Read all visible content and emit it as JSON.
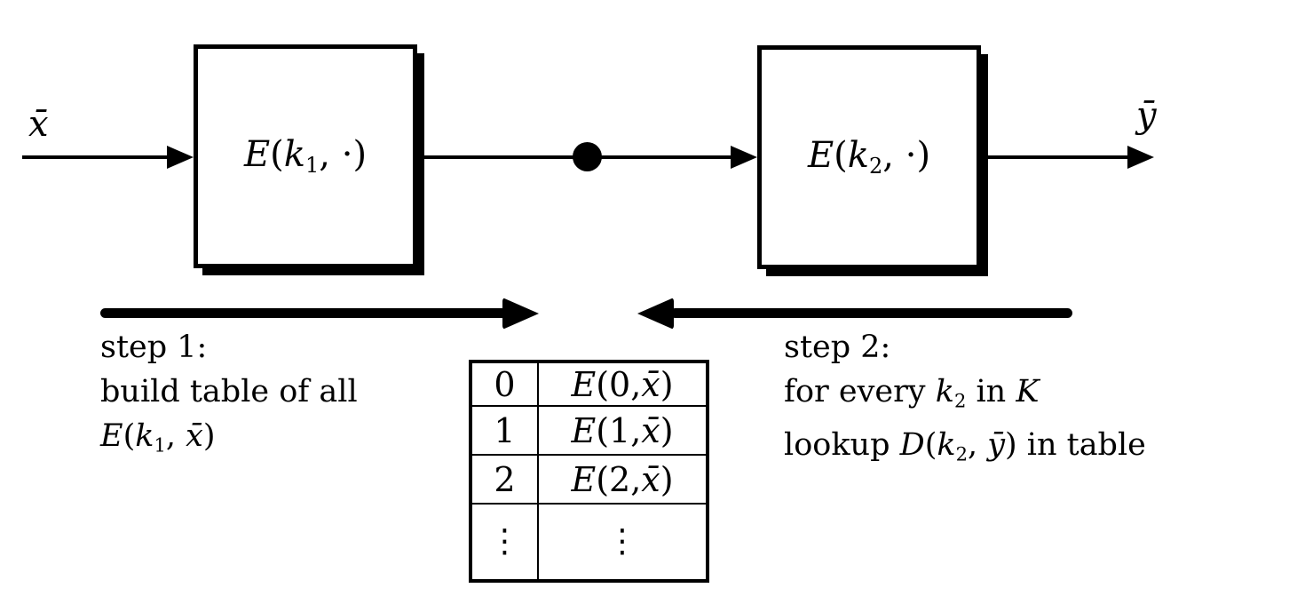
{
  "colors": {
    "ink": "#000000",
    "background": "#ffffff"
  },
  "diagram": {
    "input_label": [
      {
        "t": "x̄",
        "c": "i"
      }
    ],
    "output_label": [
      {
        "t": "ȳ",
        "c": "i"
      }
    ],
    "box1": {
      "label": [
        {
          "t": "E",
          "c": "i"
        },
        {
          "t": "("
        },
        {
          "t": "k",
          "c": "i"
        },
        {
          "t": "1",
          "c": "sub"
        },
        {
          "t": ", ·)"
        }
      ]
    },
    "box2": {
      "label": [
        {
          "t": "E",
          "c": "i"
        },
        {
          "t": "("
        },
        {
          "t": "k",
          "c": "i"
        },
        {
          "t": "2",
          "c": "sub"
        },
        {
          "t": ", ·)"
        }
      ]
    },
    "step1": {
      "line1": "step 1:",
      "line2": "build table of all",
      "line3": [
        {
          "t": "E",
          "c": "i"
        },
        {
          "t": "("
        },
        {
          "t": "k",
          "c": "i"
        },
        {
          "t": "1",
          "c": "sub"
        },
        {
          "t": ", "
        },
        {
          "t": "x̄",
          "c": "i"
        },
        {
          "t": ")"
        }
      ]
    },
    "step2": {
      "line1": "step 2:",
      "line2": [
        {
          "t": "for every "
        },
        {
          "t": "k",
          "c": "i"
        },
        {
          "t": "2",
          "c": "sub"
        },
        {
          "t": " in "
        },
        {
          "t": "K",
          "c": "cal"
        }
      ],
      "line3": [
        {
          "t": "lookup "
        },
        {
          "t": "D",
          "c": "i"
        },
        {
          "t": "("
        },
        {
          "t": "k",
          "c": "i"
        },
        {
          "t": "2",
          "c": "sub"
        },
        {
          "t": ", "
        },
        {
          "t": "ȳ",
          "c": "i"
        },
        {
          "t": ")"
        },
        {
          "t": " in table"
        }
      ]
    },
    "table": {
      "rows": [
        {
          "key": "0",
          "value": [
            {
              "t": "E",
              "c": "i"
            },
            {
              "t": "(0, "
            },
            {
              "t": "x̄",
              "c": "i"
            },
            {
              "t": ")"
            }
          ]
        },
        {
          "key": "1",
          "value": [
            {
              "t": "E",
              "c": "i"
            },
            {
              "t": "(1, "
            },
            {
              "t": "x̄",
              "c": "i"
            },
            {
              "t": ")"
            }
          ]
        },
        {
          "key": "2",
          "value": [
            {
              "t": "E",
              "c": "i"
            },
            {
              "t": "(2, "
            },
            {
              "t": "x̄",
              "c": "i"
            },
            {
              "t": ")"
            }
          ]
        },
        {
          "key": "⋮",
          "value": [
            {
              "t": "⋮"
            }
          ]
        }
      ]
    }
  }
}
